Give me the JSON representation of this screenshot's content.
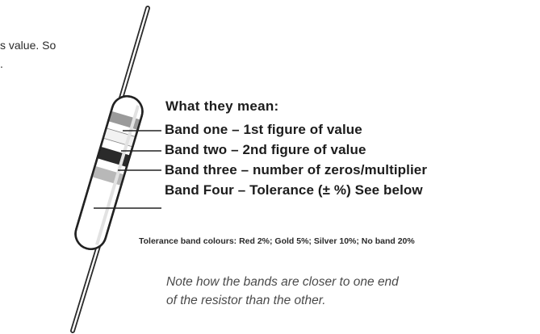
{
  "intro": {
    "line1": "s value. So",
    "line2": "."
  },
  "legend": {
    "heading": "What they mean:",
    "bands": [
      "Band one – 1st figure of value",
      "Band two – 2nd figure of value",
      "Band three – number of zeros/multiplier",
      "Band Four – Tolerance (± %) See below"
    ]
  },
  "tolerance_note": "Tolerance band colours: Red 2%; Gold 5%; Silver 10%; No band 20%",
  "note": {
    "line1": "Note how the bands are closer to one end",
    "line2": "of the resistor than the other."
  },
  "colors": {
    "band_one": "#9a9a9a",
    "band_two": "#f2f2f2",
    "band_three": "#2a2a2a",
    "band_four": "#b8b8b8",
    "body": "#ffffff",
    "outline": "#222222"
  }
}
